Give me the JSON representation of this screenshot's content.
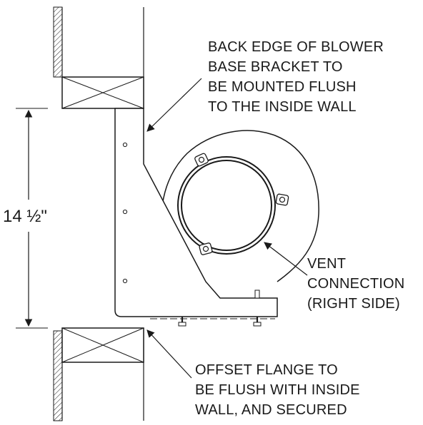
{
  "dimension": {
    "label": "14 ½\""
  },
  "callouts": {
    "back_edge": {
      "lines": [
        "BACK EDGE OF BLOWER",
        "BASE BRACKET TO",
        "BE MOUNTED FLUSH",
        "TO THE INSIDE WALL"
      ]
    },
    "vent_connection": {
      "lines": [
        "VENT",
        "CONNECTION",
        "(RIGHT SIDE)"
      ]
    },
    "offset_flange": {
      "lines": [
        "OFFSET FLANGE TO",
        "BE FLUSH WITH INSIDE",
        "WALL, AND SECURED"
      ]
    }
  }
}
